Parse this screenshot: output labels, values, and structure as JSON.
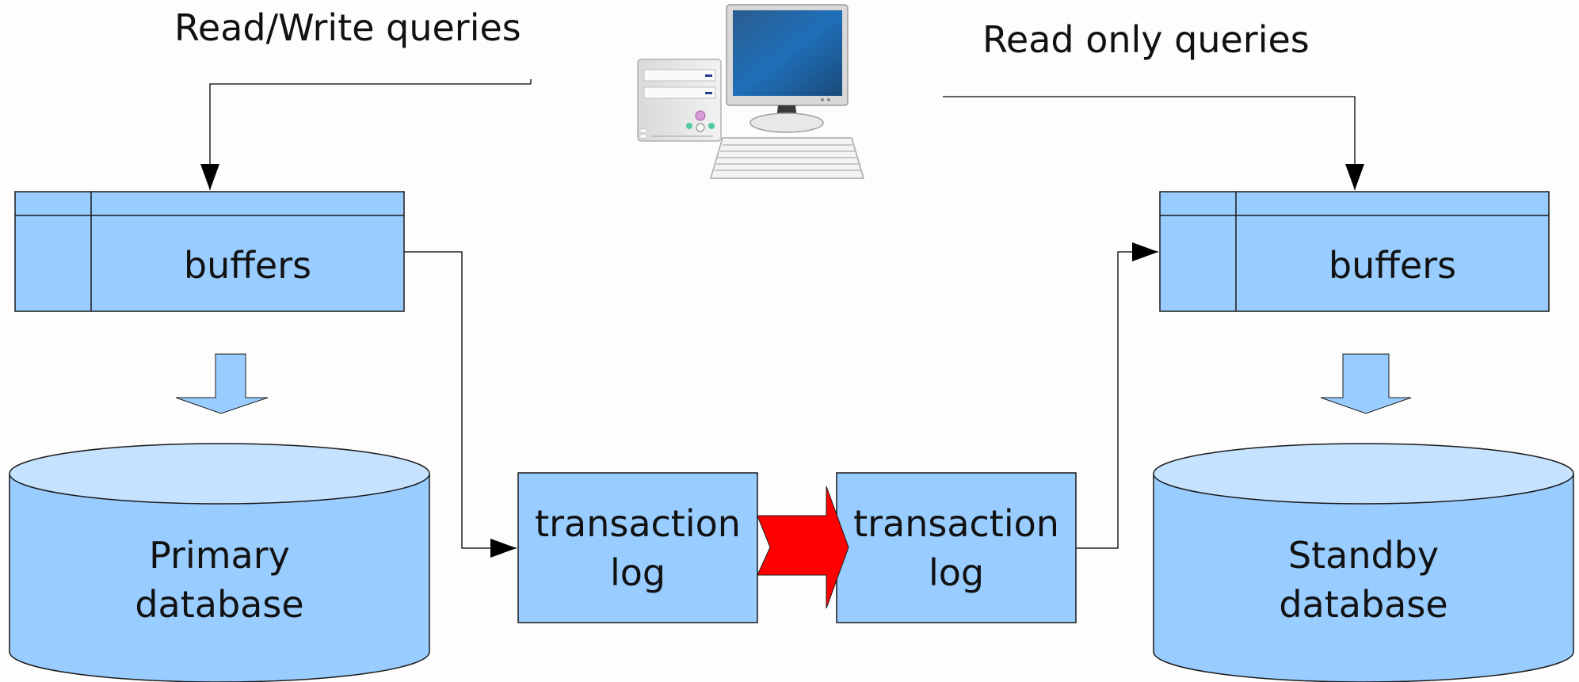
{
  "labels": {
    "rw_queries": "Read/Write queries",
    "ro_queries": "Read only queries",
    "primary_buffers": "buffers",
    "standby_buffers": "buffers",
    "primary_log": "transaction log",
    "standby_log": "transaction log",
    "primary_db": "Primary database",
    "standby_db": "Standby database"
  },
  "colors": {
    "box_fill": "#99ccff",
    "cylinder_top": "#c5e2ff",
    "outline": "#1a1a1a",
    "ship_arrow": "#ff0000",
    "background": "#fdfdfd"
  },
  "icons": {
    "client": "desktop-computer-icon"
  }
}
